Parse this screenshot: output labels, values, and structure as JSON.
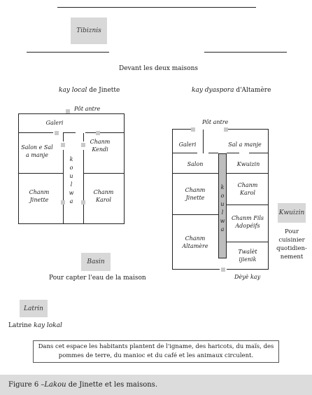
{
  "top": {
    "tibiznis": "Tibiznis",
    "devant": "Devant les deux maisons"
  },
  "left_house": {
    "title_italic": "kay local",
    "title_rest": " de Jinette",
    "pot": "Pôt antre",
    "galeri": "Galeri",
    "salon": "Salon e Sal a manje",
    "kendi": "Chanm Kendi",
    "jinette": "Chanm Jinette",
    "karol": "Chanm Karol",
    "koulwa": [
      "k",
      "o",
      "u",
      "l",
      "w",
      "a"
    ]
  },
  "right_house": {
    "title_italic": "kay dyaspora",
    "title_rest": " d'Altamère",
    "pot": "Pôt antre",
    "galeri": "Galeri",
    "salamanje": "Sal a manje",
    "salon": "Salon",
    "kwuizin": "Kwuizin",
    "jinette": "Chanm Jinette",
    "karol": "Chanm Karol",
    "fils": "Chanm Fils Adopéifs",
    "altamere": "Chanm Altamère",
    "twalet": "Twalèt ijienik",
    "deye": "Dèyè kay",
    "koulwa": [
      "k",
      "o",
      "u",
      "l",
      "w",
      "a"
    ]
  },
  "kwuizin_box": {
    "label": "Kwuizin",
    "desc": "Pour cuisinier quotidien-nement"
  },
  "basin": {
    "label": "Basin",
    "desc": "Pour capter l'eau de la maison"
  },
  "latrin": {
    "label": "Latrin",
    "desc_plain": "Latrine ",
    "desc_italic": "kay lokal"
  },
  "note": "Dans cet espace les habitants plantent de l'igname, des haricots, du maïs, des pommes de terre, du manioc et du café et les animaux circulent.",
  "caption": {
    "prefix": "Figure 6 – ",
    "italic": "Lakou",
    "rest": " de Jinette et les maisons."
  }
}
